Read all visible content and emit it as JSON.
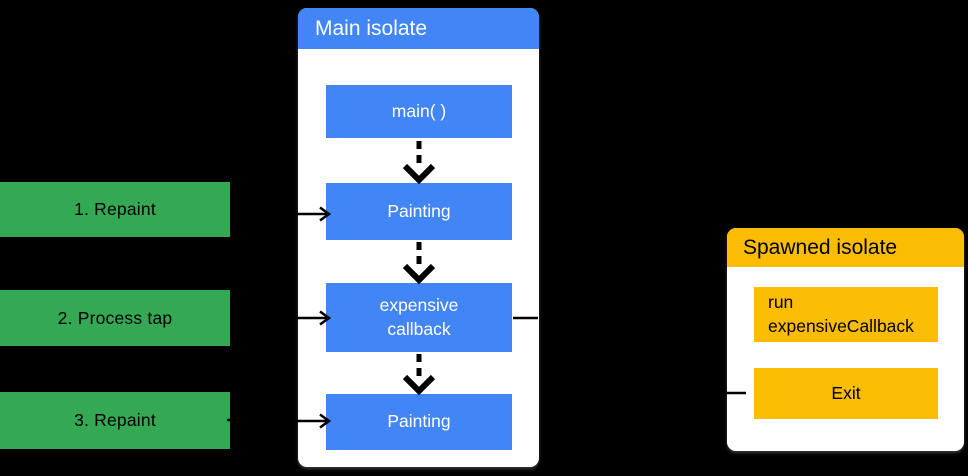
{
  "diagram": {
    "background_color": "#000000",
    "colors": {
      "blue": "#4285F4",
      "green": "#34A853",
      "yellow": "#FBBC04",
      "card_background": "#FFFFFF",
      "connector_line": "#000000"
    },
    "steps": [
      {
        "label": "1. Repaint"
      },
      {
        "label": "2. Process tap"
      },
      {
        "label": "3. Repaint"
      }
    ],
    "main_isolate": {
      "title": "Main isolate",
      "nodes": [
        {
          "label": "main( )"
        },
        {
          "label": "Painting"
        },
        {
          "label": "expensive\ncallback"
        },
        {
          "label": "Painting"
        }
      ]
    },
    "spawned_isolate": {
      "title": "Spawned isolate",
      "nodes": [
        {
          "label": "run\nexpensiveCallback"
        },
        {
          "label": "Exit"
        }
      ]
    }
  }
}
